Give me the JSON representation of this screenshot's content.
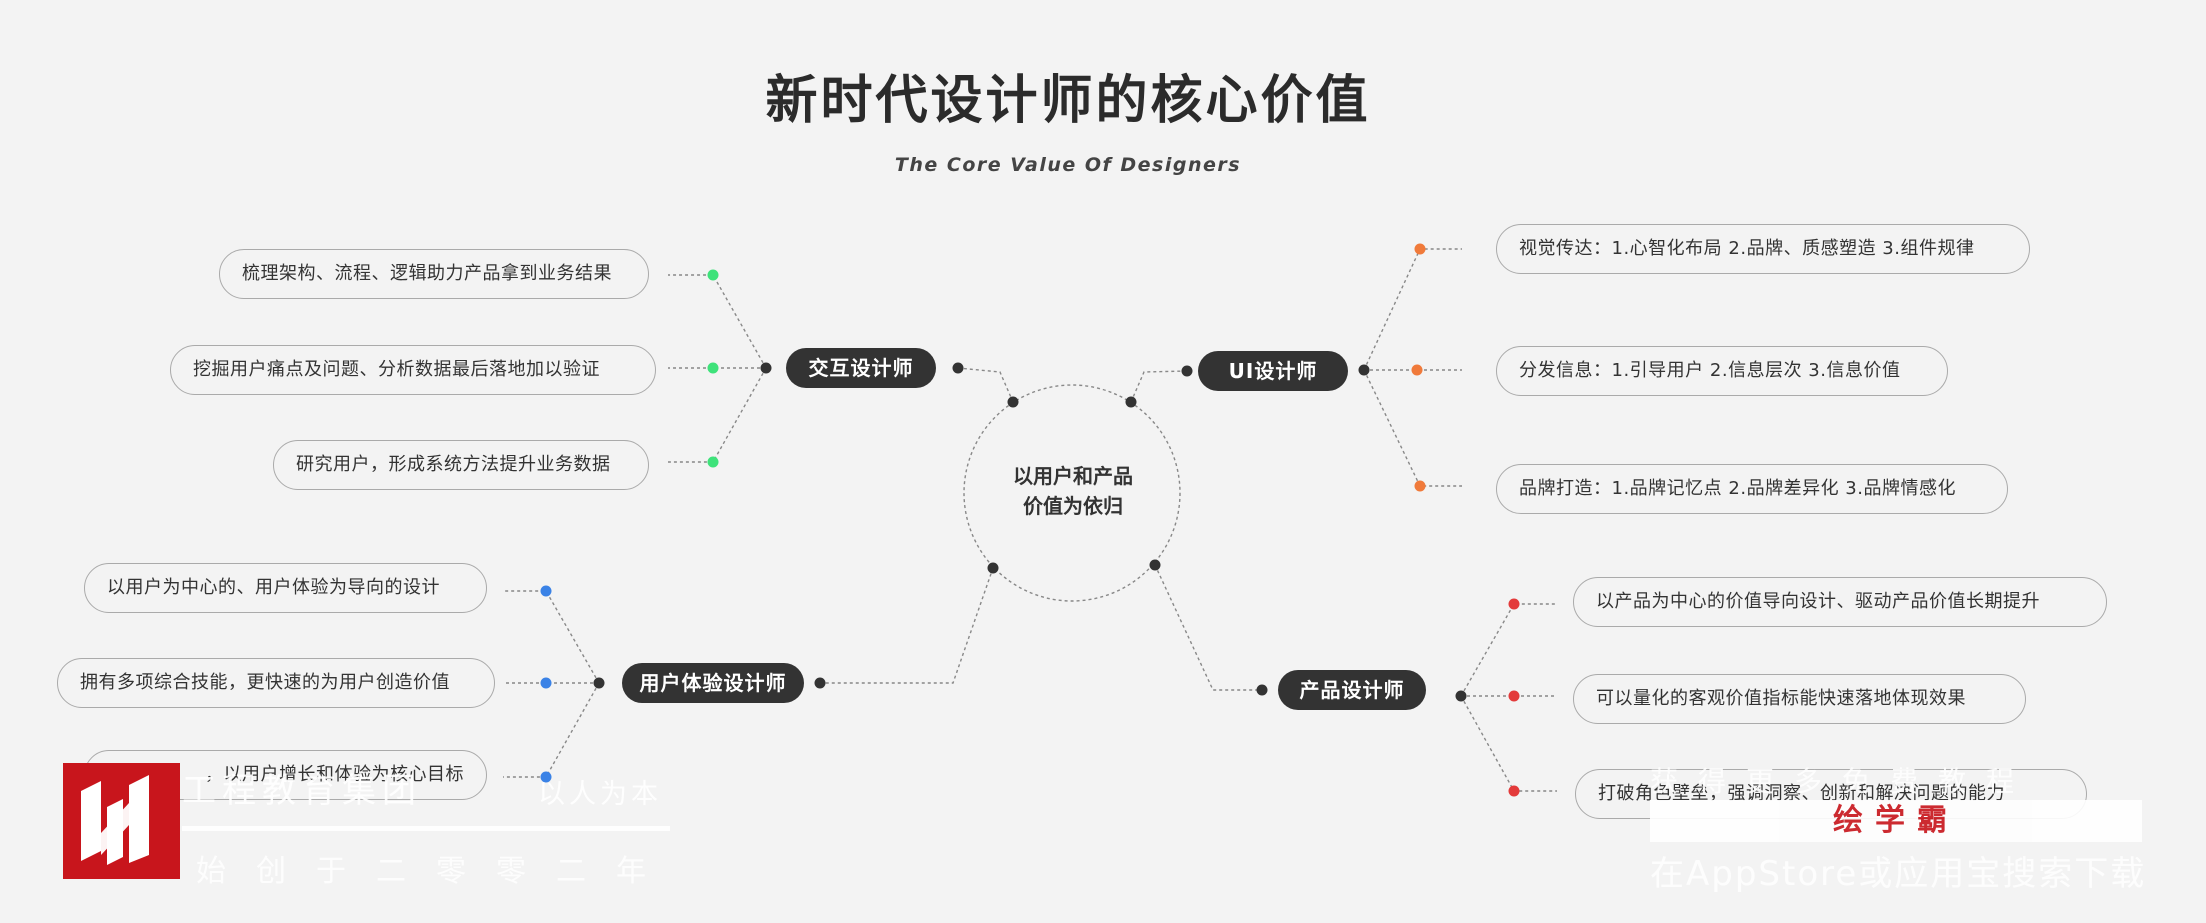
{
  "title": "新时代设计师的核心价值",
  "subtitle": "The Core Value Of Designers",
  "center": {
    "line1": "以用户和产品",
    "line2": "价值为依归"
  },
  "colors": {
    "green": "#3ee27a",
    "orange": "#f07a3a",
    "blue": "#3a82e6",
    "red": "#e33a3a",
    "node": "#333333"
  },
  "branches": {
    "interaction": {
      "role": "交互设计师",
      "items": [
        "梳理架构、流程、逻辑助力产品拿到业务结果",
        "挖掘用户痛点及问题、分析数据最后落地加以验证",
        "研究用户，形成系统方法提升业务数据"
      ]
    },
    "ui": {
      "role": "UI设计师",
      "items": [
        "视觉传达：1.心智化布局  2.品牌、质感塑造 3.组件规律",
        "分发信息：1.引导用户 2.信息层次 3.信息价值",
        "品牌打造：1.品牌记忆点 2.品牌差异化 3.品牌情感化"
      ]
    },
    "ux": {
      "role": "用户体验设计师",
      "items": [
        "以用户为中心的、用户体验为导向的设计",
        "拥有多项综合技能，更快速的为用户创造价值",
        "，以用户增长和体验为核心目标"
      ]
    },
    "product": {
      "role": "产品设计师",
      "items": [
        "以产品为中心的价值导向设计、驱动产品价值长期提升",
        "可以量化的客观价值指标能快速落地体现效果",
        "打破角色壁垒，强调洞察、创新和解决问题的能力"
      ]
    }
  },
  "watermark": {
    "brand": "工程教育集团",
    "slogan": "以人为本",
    "since": "始创于二零零二年",
    "right_line1": "获得更多免费教程",
    "right_line2": "绘学霸",
    "right_line3": "在AppStore或应用宝搜索下载"
  }
}
